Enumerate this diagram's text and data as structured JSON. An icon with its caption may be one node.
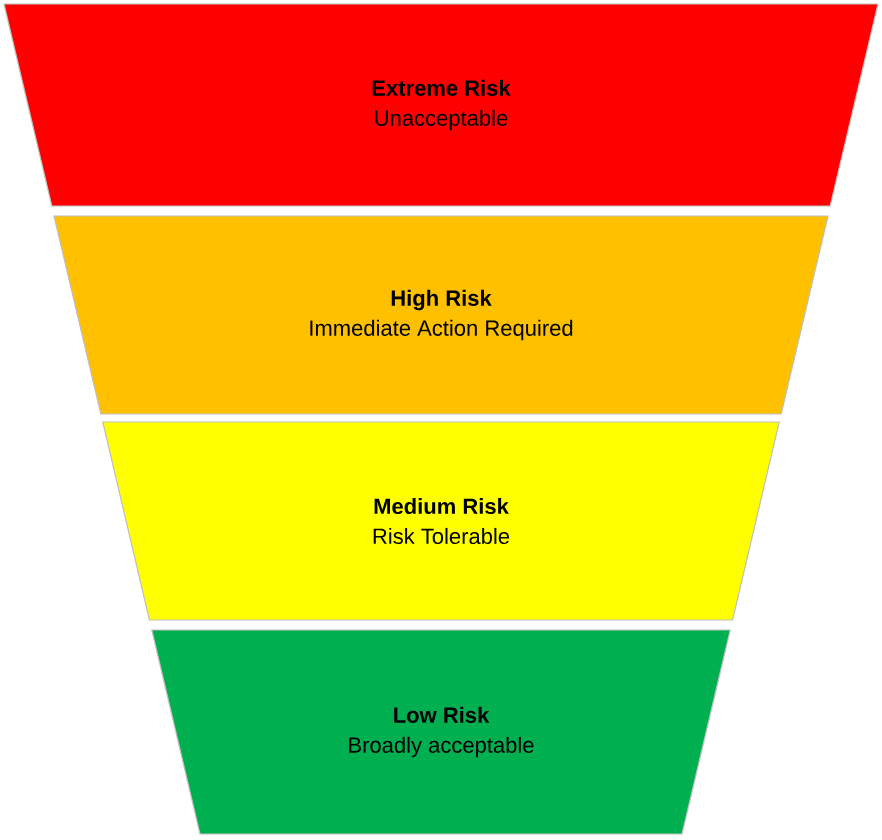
{
  "diagram": {
    "nodes": [
      {
        "text": [
          "Extreme Risk",
          "Unacceptable"
        ]
      },
      {
        "text": [
          "High Risk",
          "Immediate Action Required"
        ]
      },
      {
        "text": [
          "Medium Risk",
          "Risk Tolerable"
        ]
      },
      {
        "text": [
          "Low Risk",
          "Broadly acceptable"
        ]
      }
    ]
  }
}
